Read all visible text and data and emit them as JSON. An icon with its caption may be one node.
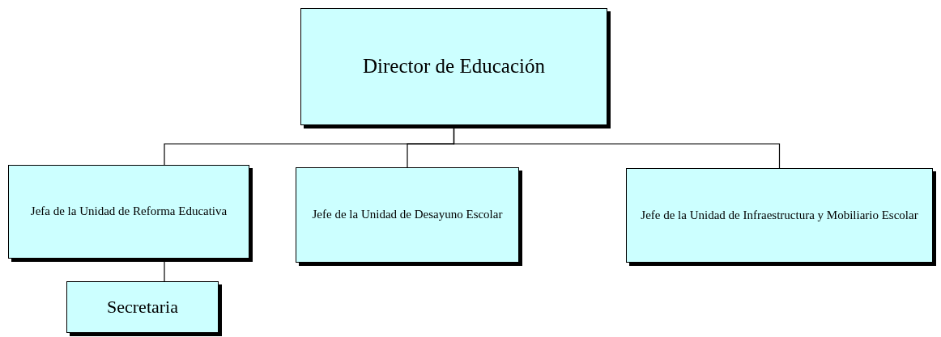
{
  "diagram": {
    "nodes": [
      {
        "text": [
          "Director de Educación"
        ]
      },
      {
        "text": [
          "Jefa de la Unidad de Reforma Educativa"
        ]
      },
      {
        "text": [
          "Jefe de la Unidad de Desayuno Escolar"
        ]
      },
      {
        "text": [
          "Jefe de la Unidad de Infraestructura y Mobiliario Escolar"
        ]
      },
      {
        "text": [
          "Secretaria"
        ]
      }
    ],
    "edges": [
      {
        "from": 0,
        "to": 1,
        "arrow": "none"
      },
      {
        "from": 0,
        "to": 2,
        "arrow": "none"
      },
      {
        "from": 0,
        "to": 3,
        "arrow": "none"
      },
      {
        "from": 1,
        "to": 4,
        "arrow": "none"
      }
    ]
  }
}
